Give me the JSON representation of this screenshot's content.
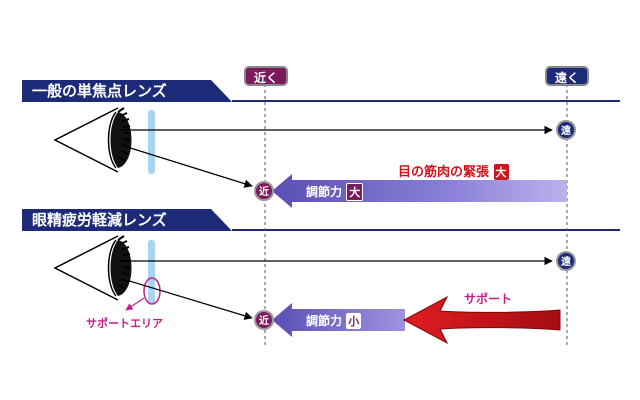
{
  "tags": {
    "near": "近く",
    "far": "遠く"
  },
  "headers": {
    "section1": "一般の単焦点レンズ",
    "section2": "眼精疲労軽減レンズ"
  },
  "badges": {
    "near": "近",
    "far": "遠"
  },
  "labels": {
    "accommodation": "調節力",
    "large": "大",
    "small": "小",
    "muscle_tension": "目の筋肉の緊張",
    "support": "サポート",
    "support_area": "サポートエリア"
  },
  "colors": {
    "navy": "#1c2a78",
    "magenta": "#7d1a5e",
    "red": "#d3131a",
    "arrow_purple": "#6c5fc2",
    "lens": "#a9d3ee"
  }
}
